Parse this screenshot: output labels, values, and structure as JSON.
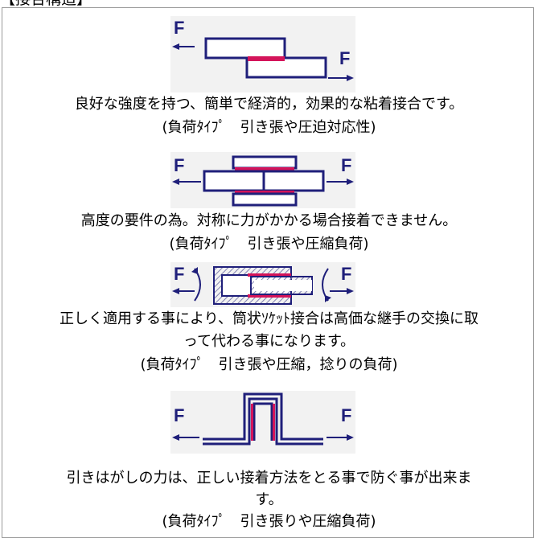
{
  "heading": "【接合構造】",
  "figure_labels": {
    "force": "F"
  },
  "sections": [
    {
      "description": "良好な強度を持つ、簡単で経済的，効果的な粘着接合です。",
      "load_type": "(負荷ﾀｲﾌﾟ　引き張や圧迫対応性)"
    },
    {
      "description": "高度の要件の為。対称に力がかかる場合接着できません。",
      "load_type": "(負荷ﾀｲﾌﾟ　引き張や圧縮負荷)"
    },
    {
      "description_line1": "正しく適用する事により、筒状ｿｹｯﾄ接合は高価な継手の交換に取",
      "description_line2": "って代わる事になります。",
      "load_type": "(負荷ﾀｲﾌﾟ　引き張や圧縮，捻りの負荷)"
    },
    {
      "description_line1": "引きはがしの力は、正しい接着方法をとる事で防ぐ事が出来ま",
      "description_line2": "す。",
      "load_type": "(負荷ﾀｲﾌﾟ　引き張りや圧縮負荷)"
    }
  ],
  "colors": {
    "outline": "#1f1f7a",
    "adhesive": "#d4145a",
    "figure_bg": "#f2f2f2",
    "hatch": "#8080b0"
  }
}
